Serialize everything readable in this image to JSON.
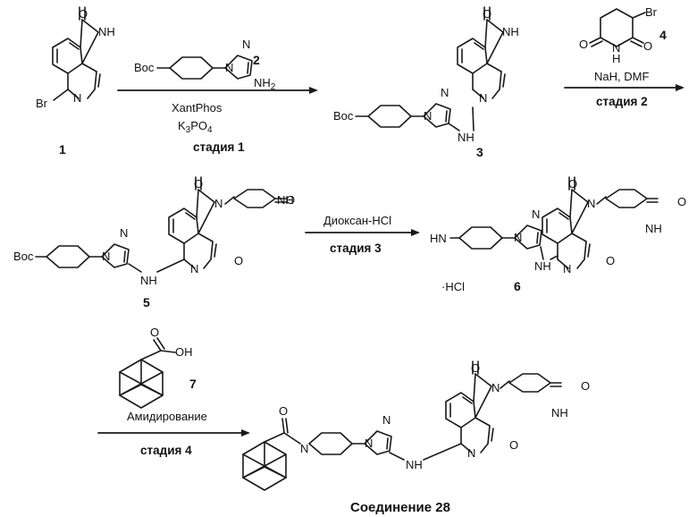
{
  "atoms": {
    "N": "N",
    "NH": "NH",
    "O": "O",
    "Br": "Br",
    "H": "H",
    "Boc": "Boc",
    "NH2": "NH",
    "sub2": "2",
    "OH": "OH",
    "HN": "HN",
    "salt": "·HCl"
  },
  "compounds": {
    "c1": "1",
    "c2": "2",
    "c3": "3",
    "c4": "4",
    "c5": "5",
    "c6": "6",
    "c7": "7"
  },
  "reagents": {
    "step1_line1": "XantPhos",
    "step1_line2_main": "K",
    "step1_line2_sub1": "3",
    "step1_line2_mid": "PO",
    "step1_line2_sub2": "4",
    "step2": "NaH, DMF",
    "step3": "Диоксан-HCl",
    "step4": "Амидирование"
  },
  "stages": {
    "s1": "стадия 1",
    "s2": "стадия 2",
    "s3": "стадия 3",
    "s4": "стадия 4"
  },
  "product_label": "Соединение 28"
}
